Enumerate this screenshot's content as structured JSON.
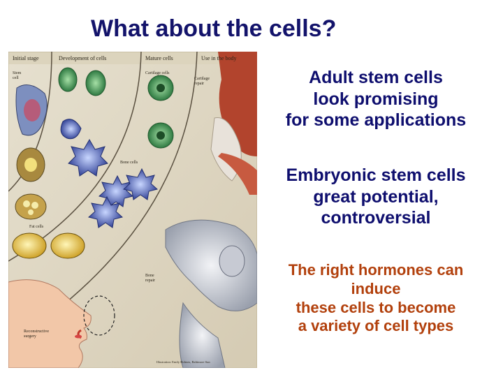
{
  "title": "What about the cells?",
  "illustration": {
    "columns": [
      "Initial stage",
      "Development of cells",
      "Mature cells",
      "Use in the body"
    ],
    "labels": {
      "stem_cell": [
        "Stem",
        "cell"
      ],
      "cartilage_cells": "Cartilage cells",
      "cartilage_repair": [
        "Cartilage",
        "repair"
      ],
      "bone_cells": "Bone cells",
      "fat_cells": "Fat cells",
      "bone_repair": [
        "Bone",
        "repair"
      ],
      "reconstructive_surgery": [
        "Reconstructive",
        "surgery"
      ],
      "credit": "Illustration: Emily Holmes, Baltimore Sun"
    }
  },
  "blocks": [
    {
      "lines": [
        "Adult stem cells",
        "look promising",
        "for some applications"
      ],
      "color": "#0e0e6e"
    },
    {
      "lines": [
        "Embryonic stem cells",
        "great potential,",
        "controversial"
      ],
      "color": "#0e0e6e"
    },
    {
      "lines": [
        "The right hormones can",
        "induce",
        "these cells to become",
        "a variety of cell types"
      ],
      "color": "#b2400c"
    }
  ]
}
